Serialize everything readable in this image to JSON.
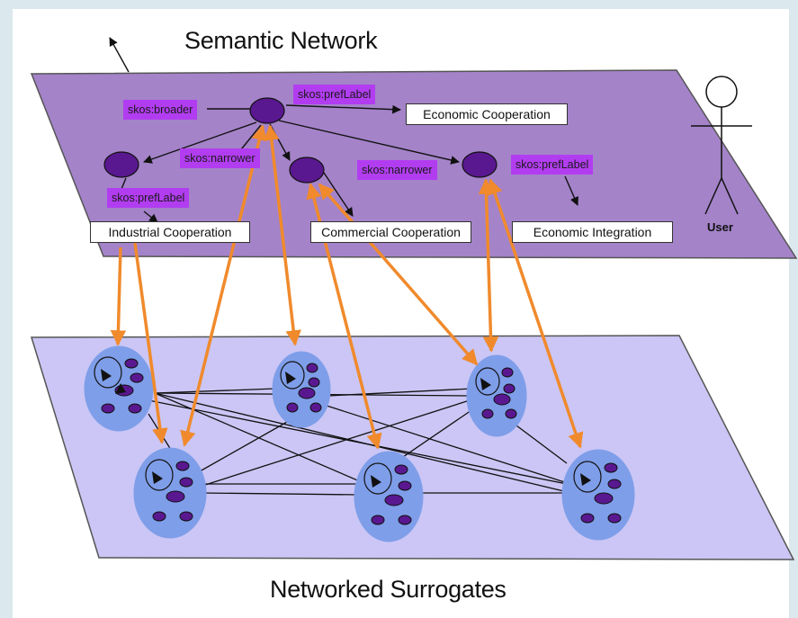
{
  "titles": {
    "top": "Semantic Network",
    "bottom": "Networked Surrogates"
  },
  "labels": {
    "broader": "skos:broader",
    "preflabel_1": "skos:prefLabel",
    "narrower_1": "skos:narrower",
    "narrower_2": "skos:narrower",
    "preflabel_2": "skos:prefLabel",
    "preflabel_3": "skos:prefLabel"
  },
  "concepts": {
    "economic_cooperation": "Economic Cooperation",
    "industrial_cooperation": "Industrial Cooperation",
    "commercial_cooperation": "Commercial Cooperation",
    "economic_integration": "Economic Integration"
  },
  "user": "User",
  "colors": {
    "top_plane": "#a483c9",
    "bottom_plane": "#cbc6f5",
    "node": "#5a1890",
    "label_bg": "#b23df0",
    "arrow": "#f08a2c",
    "cluster": "#7f9ee9"
  }
}
